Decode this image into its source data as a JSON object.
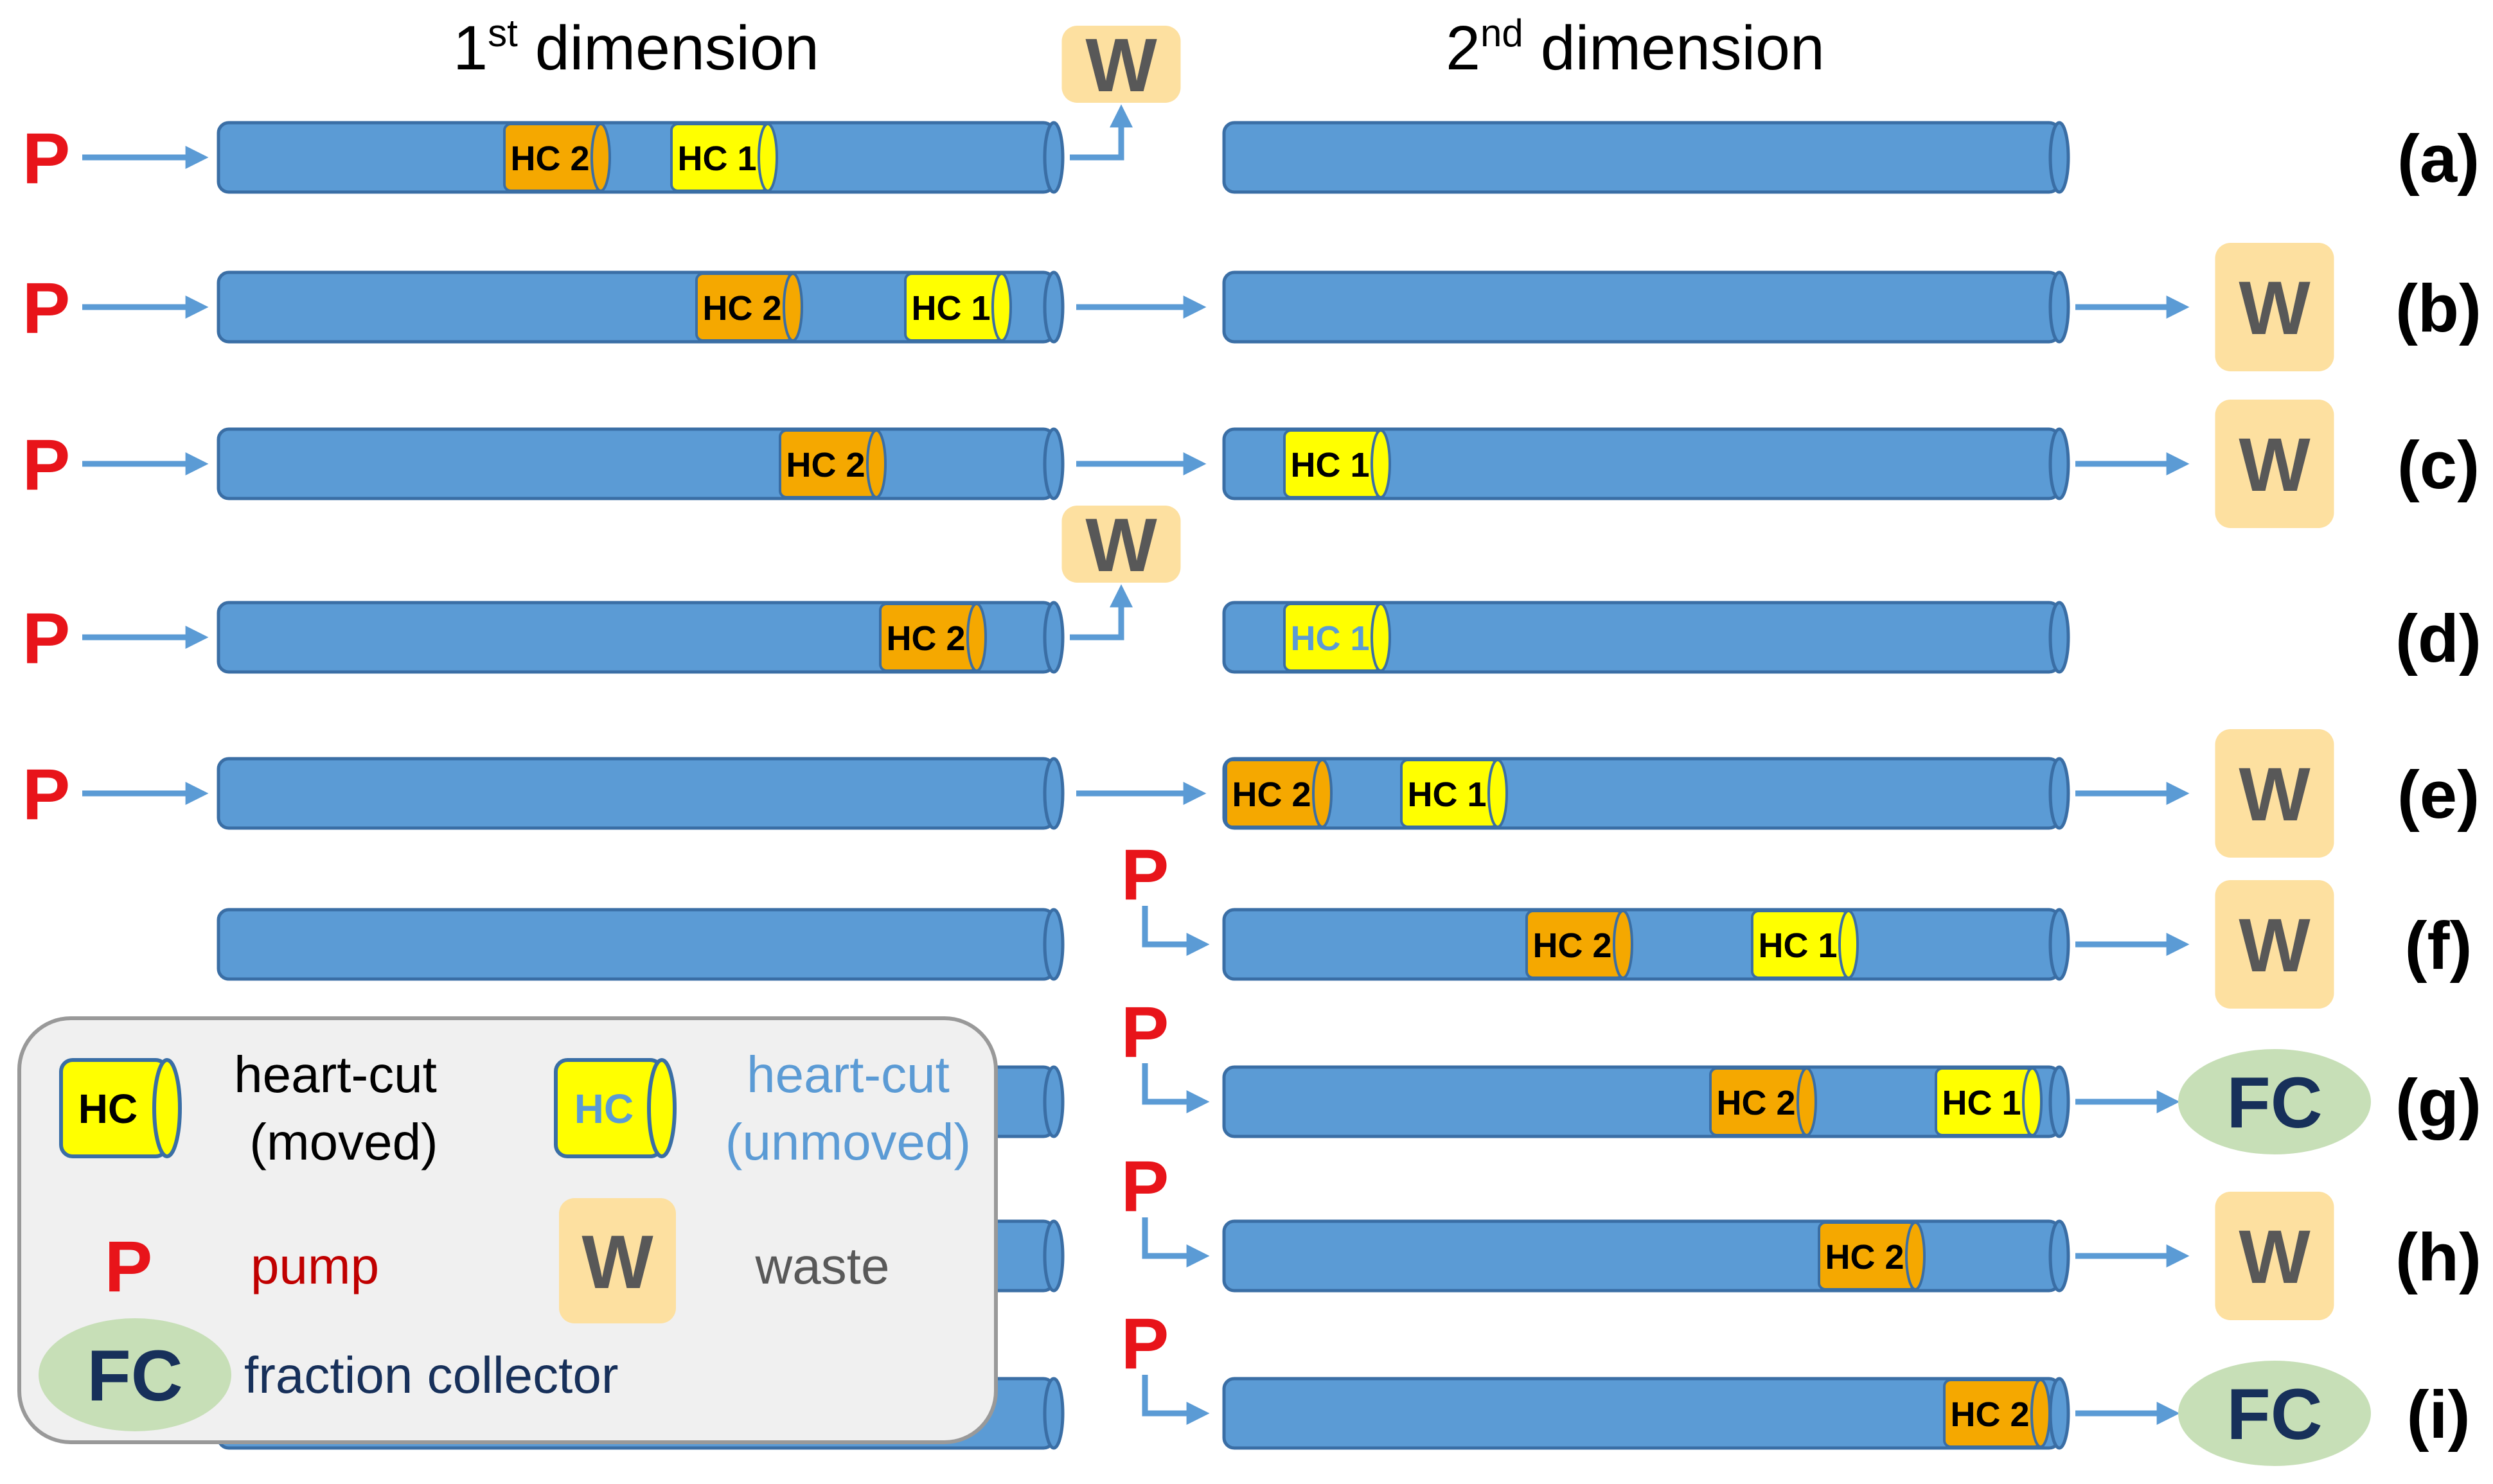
{
  "headers": {
    "first": {
      "num": "1",
      "sup": "st",
      "rest": " dimension"
    },
    "second": {
      "num": "2",
      "sup": "nd",
      "rest": " dimension"
    }
  },
  "symbols": {
    "pump": "P",
    "waste": "W",
    "fraction_collector": "FC"
  },
  "colors": {
    "column": "#5b9bd5",
    "column_edge": "#3a6ea5",
    "hc_moved": "#ffff00",
    "hc_2": "#f5a800",
    "waste_box": "#fde0a0",
    "fc_ellipse": "#c7dfb7",
    "pump": "#e8141a",
    "arrow": "#5b9bd5"
  },
  "rows": [
    {
      "label": "(a)",
      "pump_left": true,
      "first_cuts": [
        {
          "text": "HC 2",
          "type": "hc2",
          "pos": 0.4
        },
        {
          "text": "HC 1",
          "type": "hc1",
          "pos": 0.6
        }
      ],
      "link": "waste-up",
      "second_pump": false,
      "second_cuts": [],
      "end": "none"
    },
    {
      "label": "(b)",
      "pump_left": true,
      "first_cuts": [
        {
          "text": "HC 2",
          "type": "hc2",
          "pos": 0.63
        },
        {
          "text": "HC 1",
          "type": "hc1",
          "pos": 0.88
        }
      ],
      "link": "arrow",
      "second_pump": false,
      "second_cuts": [],
      "end": "waste"
    },
    {
      "label": "(c)",
      "pump_left": true,
      "first_cuts": [
        {
          "text": "HC 2",
          "type": "hc2",
          "pos": 0.73
        }
      ],
      "link": "arrow",
      "second_pump": false,
      "second_cuts": [
        {
          "text": "HC 1",
          "type": "hc1",
          "pos": 0.13
        }
      ],
      "end": "waste"
    },
    {
      "label": "(d)",
      "pump_left": true,
      "first_cuts": [
        {
          "text": "HC 2",
          "type": "hc2",
          "pos": 0.85
        }
      ],
      "link": "waste-up",
      "second_pump": false,
      "second_cuts": [
        {
          "text": "HC 1",
          "type": "hc1-unmoved",
          "pos": 0.13
        }
      ],
      "end": "none"
    },
    {
      "label": "(e)",
      "pump_left": true,
      "first_cuts": [],
      "link": "arrow",
      "second_pump": false,
      "second_cuts": [
        {
          "text": "HC 2",
          "type": "hc2",
          "pos": 0.06
        },
        {
          "text": "HC 1",
          "type": "hc1",
          "pos": 0.27
        }
      ],
      "end": "waste"
    },
    {
      "label": "(f)",
      "pump_left": false,
      "first_cuts": [],
      "link": "none",
      "second_pump": true,
      "second_cuts": [
        {
          "text": "HC 2",
          "type": "hc2",
          "pos": 0.42
        },
        {
          "text": "HC 1",
          "type": "hc1",
          "pos": 0.69
        }
      ],
      "end": "waste"
    },
    {
      "label": "(g)",
      "pump_left": false,
      "first_cuts": [],
      "link": "none",
      "second_pump": true,
      "second_cuts": [
        {
          "text": "HC 2",
          "type": "hc2",
          "pos": 0.64
        },
        {
          "text": "HC 1",
          "type": "hc1",
          "pos": 0.91
        }
      ],
      "end": "fc"
    },
    {
      "label": "(h)",
      "pump_left": false,
      "first_cuts": [],
      "link": "none",
      "second_pump": true,
      "second_cuts": [
        {
          "text": "HC 2",
          "type": "hc2",
          "pos": 0.77
        }
      ],
      "end": "waste"
    },
    {
      "label": "(i)",
      "pump_left": false,
      "first_cuts": [],
      "link": "none",
      "second_pump": true,
      "second_cuts": [
        {
          "text": "HC 2",
          "type": "hc2",
          "pos": 0.92
        }
      ],
      "end": "fc"
    }
  ],
  "legend": {
    "hc_moved_symbol": "HC",
    "hc_moved_line1": "heart-cut",
    "hc_moved_line2": "(moved)",
    "hc_unmoved_symbol": "HC",
    "hc_unmoved_line1": "heart-cut",
    "hc_unmoved_line2": "(unmoved)",
    "pump_symbol": "P",
    "pump_label": "pump",
    "waste_symbol": "W",
    "waste_label": "waste",
    "fc_symbol": "FC",
    "fc_label": "fraction collector"
  }
}
